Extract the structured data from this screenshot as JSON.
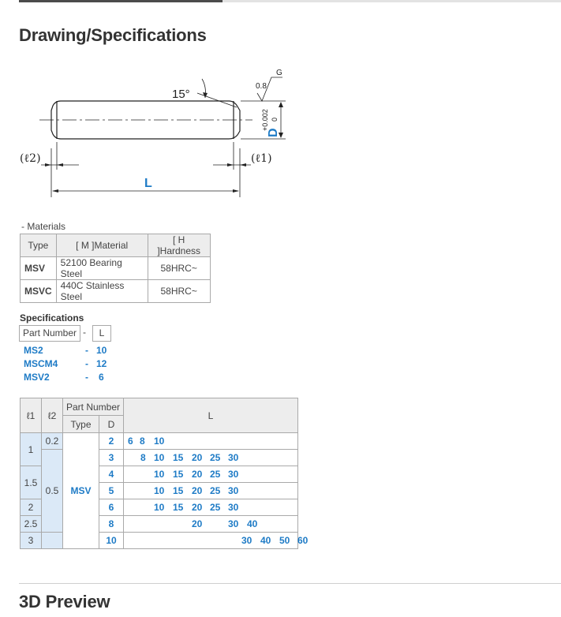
{
  "headings": {
    "drawing": "Drawing/Specifications",
    "preview": "3D Preview"
  },
  "drawing": {
    "angle": "15°",
    "roughness": "0.8",
    "grade": "G",
    "tolerance_upper": "+0.002",
    "tolerance_lower": "0",
    "dim_d": "D",
    "dim_l": "L",
    "l1": "(ℓ1)",
    "l2": "(ℓ2)"
  },
  "materials": {
    "title": "- Materials",
    "headers": [
      "Type",
      "[ M ]Material",
      "[ H ]Hardness"
    ],
    "rows": [
      {
        "type": "MSV",
        "material": "52100 Bearing Steel",
        "hardness": "58HRC~"
      },
      {
        "type": "MSVC",
        "material": "440C Stainless Steel",
        "hardness": "58HRC~"
      }
    ]
  },
  "specifications": {
    "title": "Specifications",
    "part_number_label": "Part Number",
    "dash": "-",
    "l_label": "L",
    "examples": [
      {
        "part": "MS2",
        "dash": "-",
        "l": "10"
      },
      {
        "part": "MSCM4",
        "dash": "-",
        "l": "12"
      },
      {
        "part": "MSV2",
        "dash": "-",
        "l": "6"
      }
    ]
  },
  "spec_table": {
    "h_l1": "ℓ1",
    "h_l2": "ℓ2",
    "h_part_number": "Part Number",
    "h_type": "Type",
    "h_d": "D",
    "h_l": "L",
    "type_value": "MSV",
    "l1_groups": [
      "1",
      "1.5",
      "2",
      "2.5",
      "3"
    ],
    "l2_groups": [
      "0.2",
      "0.5"
    ],
    "rows": [
      {
        "d": "2",
        "l": [
          "6",
          "8",
          "10"
        ]
      },
      {
        "d": "3",
        "l": [
          "8",
          "10",
          "15",
          "20",
          "25",
          "30"
        ]
      },
      {
        "d": "4",
        "l": [
          "10",
          "15",
          "20",
          "25",
          "30"
        ]
      },
      {
        "d": "5",
        "l": [
          "10",
          "15",
          "20",
          "25",
          "30"
        ]
      },
      {
        "d": "6",
        "l": [
          "10",
          "15",
          "20",
          "25",
          "30"
        ]
      },
      {
        "d": "8",
        "l": [
          "20",
          "30",
          "40"
        ]
      },
      {
        "d": "10",
        "l": [
          "30",
          "40",
          "50",
          "60"
        ]
      }
    ]
  }
}
